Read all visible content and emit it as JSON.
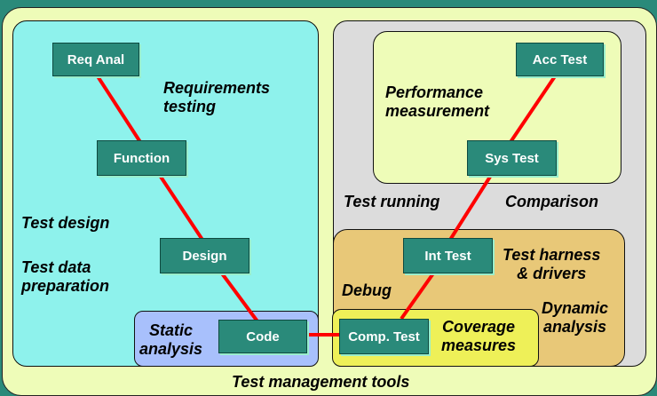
{
  "boxes": {
    "req_anal": "Req Anal",
    "function": "Function",
    "design": "Design",
    "code": "Code",
    "comp_test": "Comp. Test",
    "int_test": "Int Test",
    "sys_test": "Sys Test",
    "acc_test": "Acc Test"
  },
  "labels": {
    "requirements_testing": [
      "Requirements",
      "testing"
    ],
    "test_design": "Test design",
    "test_data_preparation": [
      "Test data",
      "preparation"
    ],
    "static_analysis": [
      "Static",
      "analysis"
    ],
    "performance_measurement": [
      "Performance",
      "measurement"
    ],
    "test_running": "Test running",
    "comparison": "Comparison",
    "test_harness_drivers": [
      "Test harness",
      "& drivers"
    ],
    "debug": "Debug",
    "dynamic_analysis": [
      "Dynamic",
      "analysis"
    ],
    "coverage_measures": [
      "Coverage",
      "measures"
    ],
    "test_management_tools": "Test management tools"
  },
  "colors": {
    "box_fill": "#2a8a7a",
    "connector": "#ff0000",
    "left_panel": "#8ef2ec",
    "right_panel": "#dcdcdc",
    "background": "#eefcb8"
  }
}
